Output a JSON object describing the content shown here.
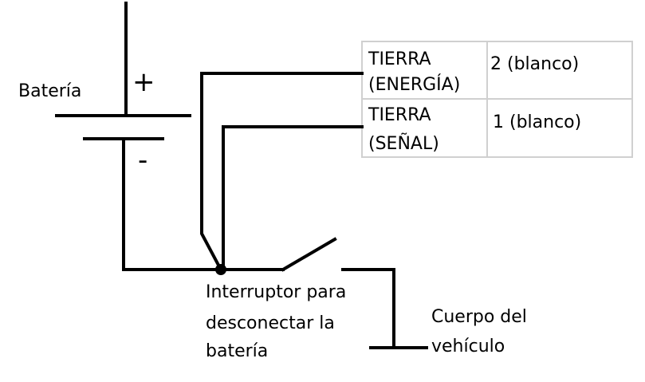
{
  "battery": {
    "label": "Batería",
    "plus": "+",
    "minus": "-"
  },
  "switch": {
    "label_lines": [
      "Interruptor para",
      "desconectar la",
      "batería"
    ]
  },
  "chassis": {
    "label_lines": [
      "Cuerpo del",
      "vehículo"
    ]
  },
  "table": {
    "rows": [
      {
        "name_lines": [
          "TIERRA",
          "(ENERGÍA)"
        ],
        "pin": "2 (blanco)"
      },
      {
        "name_lines": [
          "TIERRA",
          "(SEÑAL)"
        ],
        "pin": "1 (blanco)"
      }
    ]
  }
}
